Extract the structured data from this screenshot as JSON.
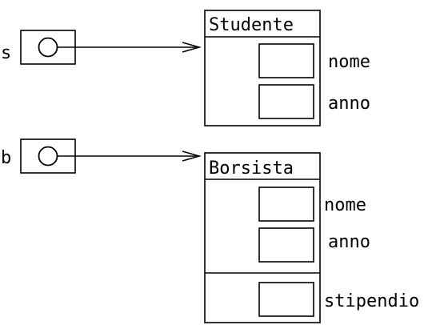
{
  "variables": [
    {
      "label": "s"
    },
    {
      "label": "b"
    }
  ],
  "objects": [
    {
      "class_name": "Studente",
      "fields": [
        "nome",
        "anno"
      ]
    },
    {
      "class_name": "Borsista",
      "fields": [
        "nome",
        "anno"
      ],
      "extra_fields": [
        "stipendio"
      ]
    }
  ]
}
